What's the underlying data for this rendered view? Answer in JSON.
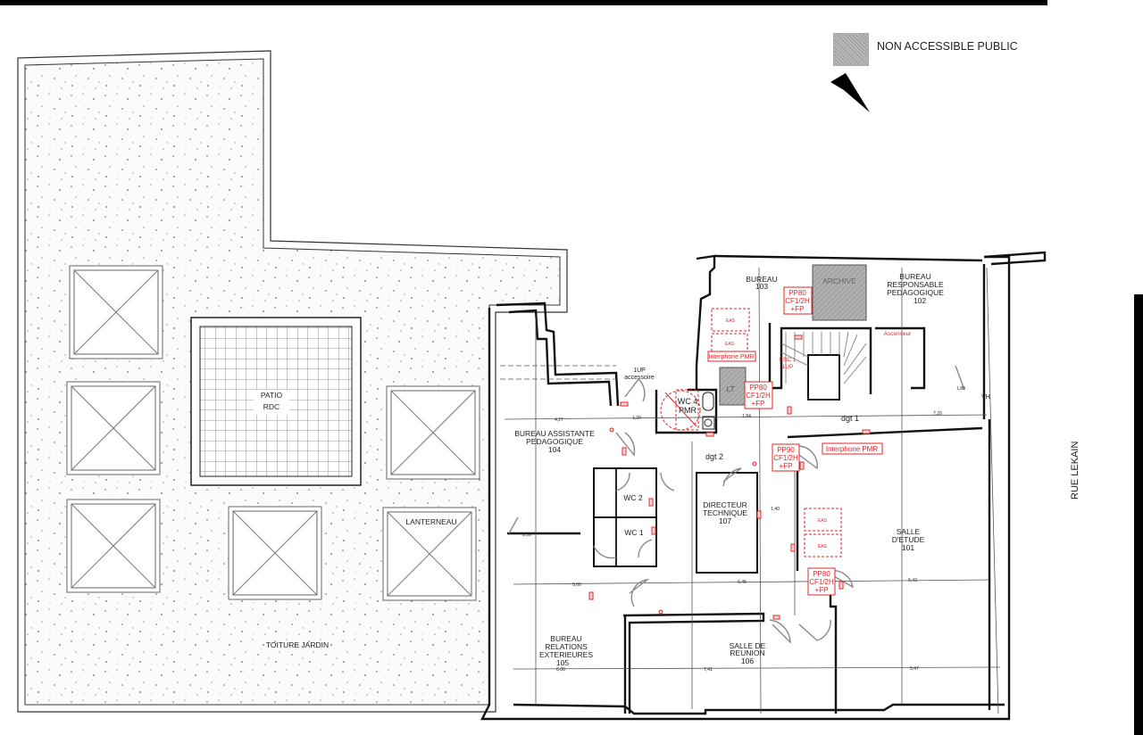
{
  "legend": {
    "swatch_label": "NON ACCESSIBLE PUBLIC",
    "swatch_color": "#a8a8a8",
    "north_arrow": "north-arrow-icon"
  },
  "street": "RUE LEKAIN",
  "roof": {
    "label": "TOITURE JARDIN",
    "patio_line1": "PATIO",
    "patio_line2": "RDC",
    "lanterneau": "LANTERNEAU"
  },
  "rooms": {
    "r101": {
      "l1": "SALLE",
      "l2": "D'ETUDE",
      "num": "101"
    },
    "r102": {
      "l1": "BUREAU",
      "l2": "RESPONSABLE",
      "l3": "PEDAGOGIQUE",
      "num": "102"
    },
    "r103": {
      "l1": "BUREAU",
      "num": "103"
    },
    "r104": {
      "l1": "BUREAU ASSISTANTE",
      "l2": "PEDAGOGIQUE",
      "num": "104"
    },
    "r105": {
      "l1": "BUREAU",
      "l2": "RELATIONS",
      "l3": "EXTERIEURES",
      "num": "105"
    },
    "r106": {
      "l1": "SALLE DE",
      "l2": "REUNION",
      "num": "106"
    },
    "r107": {
      "l1": "DIRECTEUR",
      "l2": "TECHNIQUE",
      "num": "107"
    },
    "archive": "ARCHIVE",
    "lt": "LT",
    "wc1": "WC 1",
    "wc2": "WC 2",
    "wc4_l1": "WC 4",
    "wc4_l2": "PMR",
    "dgt1": "dgt 1",
    "dgt2": "dgt 2",
    "esc_l1": "ESC 1",
    "esc_l2": "1UP",
    "ascenseur": "Ascenseur",
    "uup_l1": "1UP",
    "uup_l2": "accessoire",
    "vh": "VH"
  },
  "fire_doors": [
    {
      "l1": "PP80",
      "l2": "CF1/2H",
      "l3": "+FP"
    },
    {
      "l1": "PP80",
      "l2": "CF1/2H",
      "l3": "+FP"
    },
    {
      "l1": "PP90",
      "l2": "CF1/2H",
      "l3": "+FP"
    },
    {
      "l1": "PP80",
      "l2": "CF1/2H",
      "l3": "+FP"
    }
  ],
  "interphones": [
    "Interphone PMR",
    "Interphone PMR"
  ],
  "eas": [
    "EAS",
    "EAS",
    "EAS",
    "EAS"
  ],
  "dimensions": {
    "d1": "4,27",
    "d2": "1,20",
    "d3": "1,84",
    "d4": "7,20",
    "d5": "5,00",
    "d6": "6,45",
    "d7": "5,43",
    "d8": "6,00",
    "d9": "7,41",
    "d10": "5,47",
    "d11": "1,40",
    "d12": "2,50",
    "d13": "1,80"
  },
  "colors": {
    "wall": "#111111",
    "annotation": "#e0262a",
    "hatch": "#a8a8a8"
  }
}
